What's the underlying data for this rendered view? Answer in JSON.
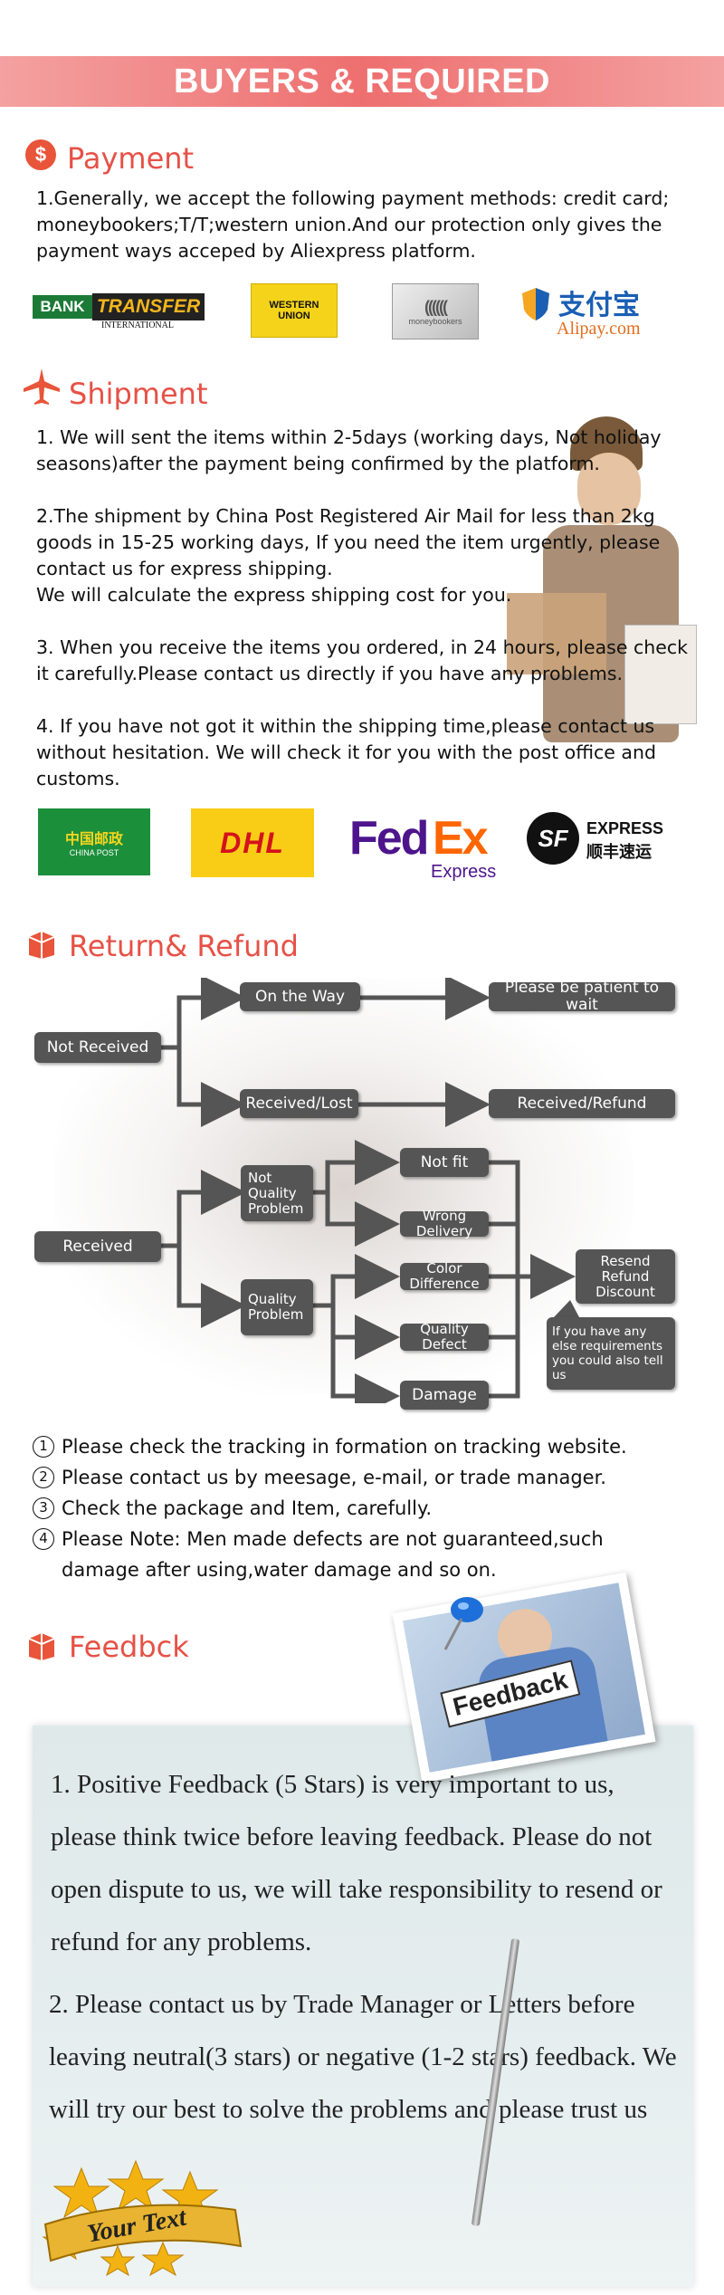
{
  "banner": {
    "title": "BUYERS & REQUIRED"
  },
  "payment": {
    "title": "Payment",
    "icon": "money-bag-icon",
    "text": "1.Generally, we accept the following payment methods: credit card; moneybookers;T/T;western union.And our protection only gives the payment ways acceped by Aliexpress platform.",
    "logos": {
      "bank_a": "BANK",
      "bank_b": "TRANSFER",
      "bank_c": "INTERNATIONAL",
      "wu_a": "WESTERN",
      "wu_b": "UNION",
      "mb": "moneybookers",
      "alipay_cn": "支付宝",
      "alipay_en": "Alipay.com"
    }
  },
  "shipment": {
    "title": "Shipment",
    "icon": "airplane-icon",
    "p1": "1. We will sent the items within 2-5days (working days, Not holiday seasons)after the payment being confirmed by the platform.",
    "p2": "2.The shipment by China Post Registered Air Mail for less than  2kg goods in 15-25 working days, If  you need the item urgently, please contact us for express shipping.",
    "p2b": "We will calculate the express shipping cost for you.",
    "p3": "3. When you receive the items you ordered, in 24 hours, please check  it carefully.Please contact us directly if you have any problems.",
    "p4": "4. If you have not got it within the shipping time,please contact us without hesitation. We will check it for you with the post office and customs.",
    "logos": {
      "chinapost_cn": "中国邮政",
      "chinapost_en": "CHINA POST",
      "dhl": "DHL",
      "fedex_a": "Fed",
      "fedex_b": "Ex",
      "fedex_c": "Express",
      "sf_mark": "SF",
      "sf_en": "EXPRESS",
      "sf_cn": "顺丰速运"
    }
  },
  "refund": {
    "title": "Return& Refund",
    "icon": "box-icon",
    "flow": {
      "not_received": "Not Received",
      "on_the_way": "On the Way",
      "be_patient": "Please be patient to wait",
      "received_lost": "Received/Lost",
      "received_refund": "Received/Refund",
      "received": "Received",
      "not_quality": "Not Quality Problem",
      "quality": "Quality Problem",
      "not_fit": "Not fit",
      "wrong_delivery": "Wrong Delivery",
      "color_diff": "Color Difference",
      "quality_defect": "Quality Defect",
      "damage": "Damage",
      "resend": "Resend Refund Discount",
      "else_req": "If you have any else requirements you could also tell us"
    },
    "notes": [
      {
        "num": "1",
        "text": "Please check the tracking in formation on tracking website."
      },
      {
        "num": "2",
        "text": "Please contact us by meesage, e-mail, or trade manager."
      },
      {
        "num": "3",
        "text": "Check the package and Item, carefully."
      },
      {
        "num": "4",
        "text": "Please Note: Men made defects  are not guaranteed,such damage after using,water damage and so on."
      }
    ]
  },
  "feedback": {
    "title": "Feedbck",
    "icon": "box-icon",
    "card_label": "Feedback",
    "p1": "1. Positive Feedback (5 Stars) is very important to us, please think twice before leaving feedback. Please do not open dispute to us,   we will take responsibility to resend or refund for any problems.",
    "p2": "2. Please contact us by Trade Manager or Letters before leaving neutral(3 stars) or negative (1-2 stars) feedback. We will try our best to solve the problems and please trust us",
    "badge": "Your Text"
  },
  "colors": {
    "accent": "#e65147",
    "banner": "#ee6f6f",
    "flow_box": "#555555"
  }
}
